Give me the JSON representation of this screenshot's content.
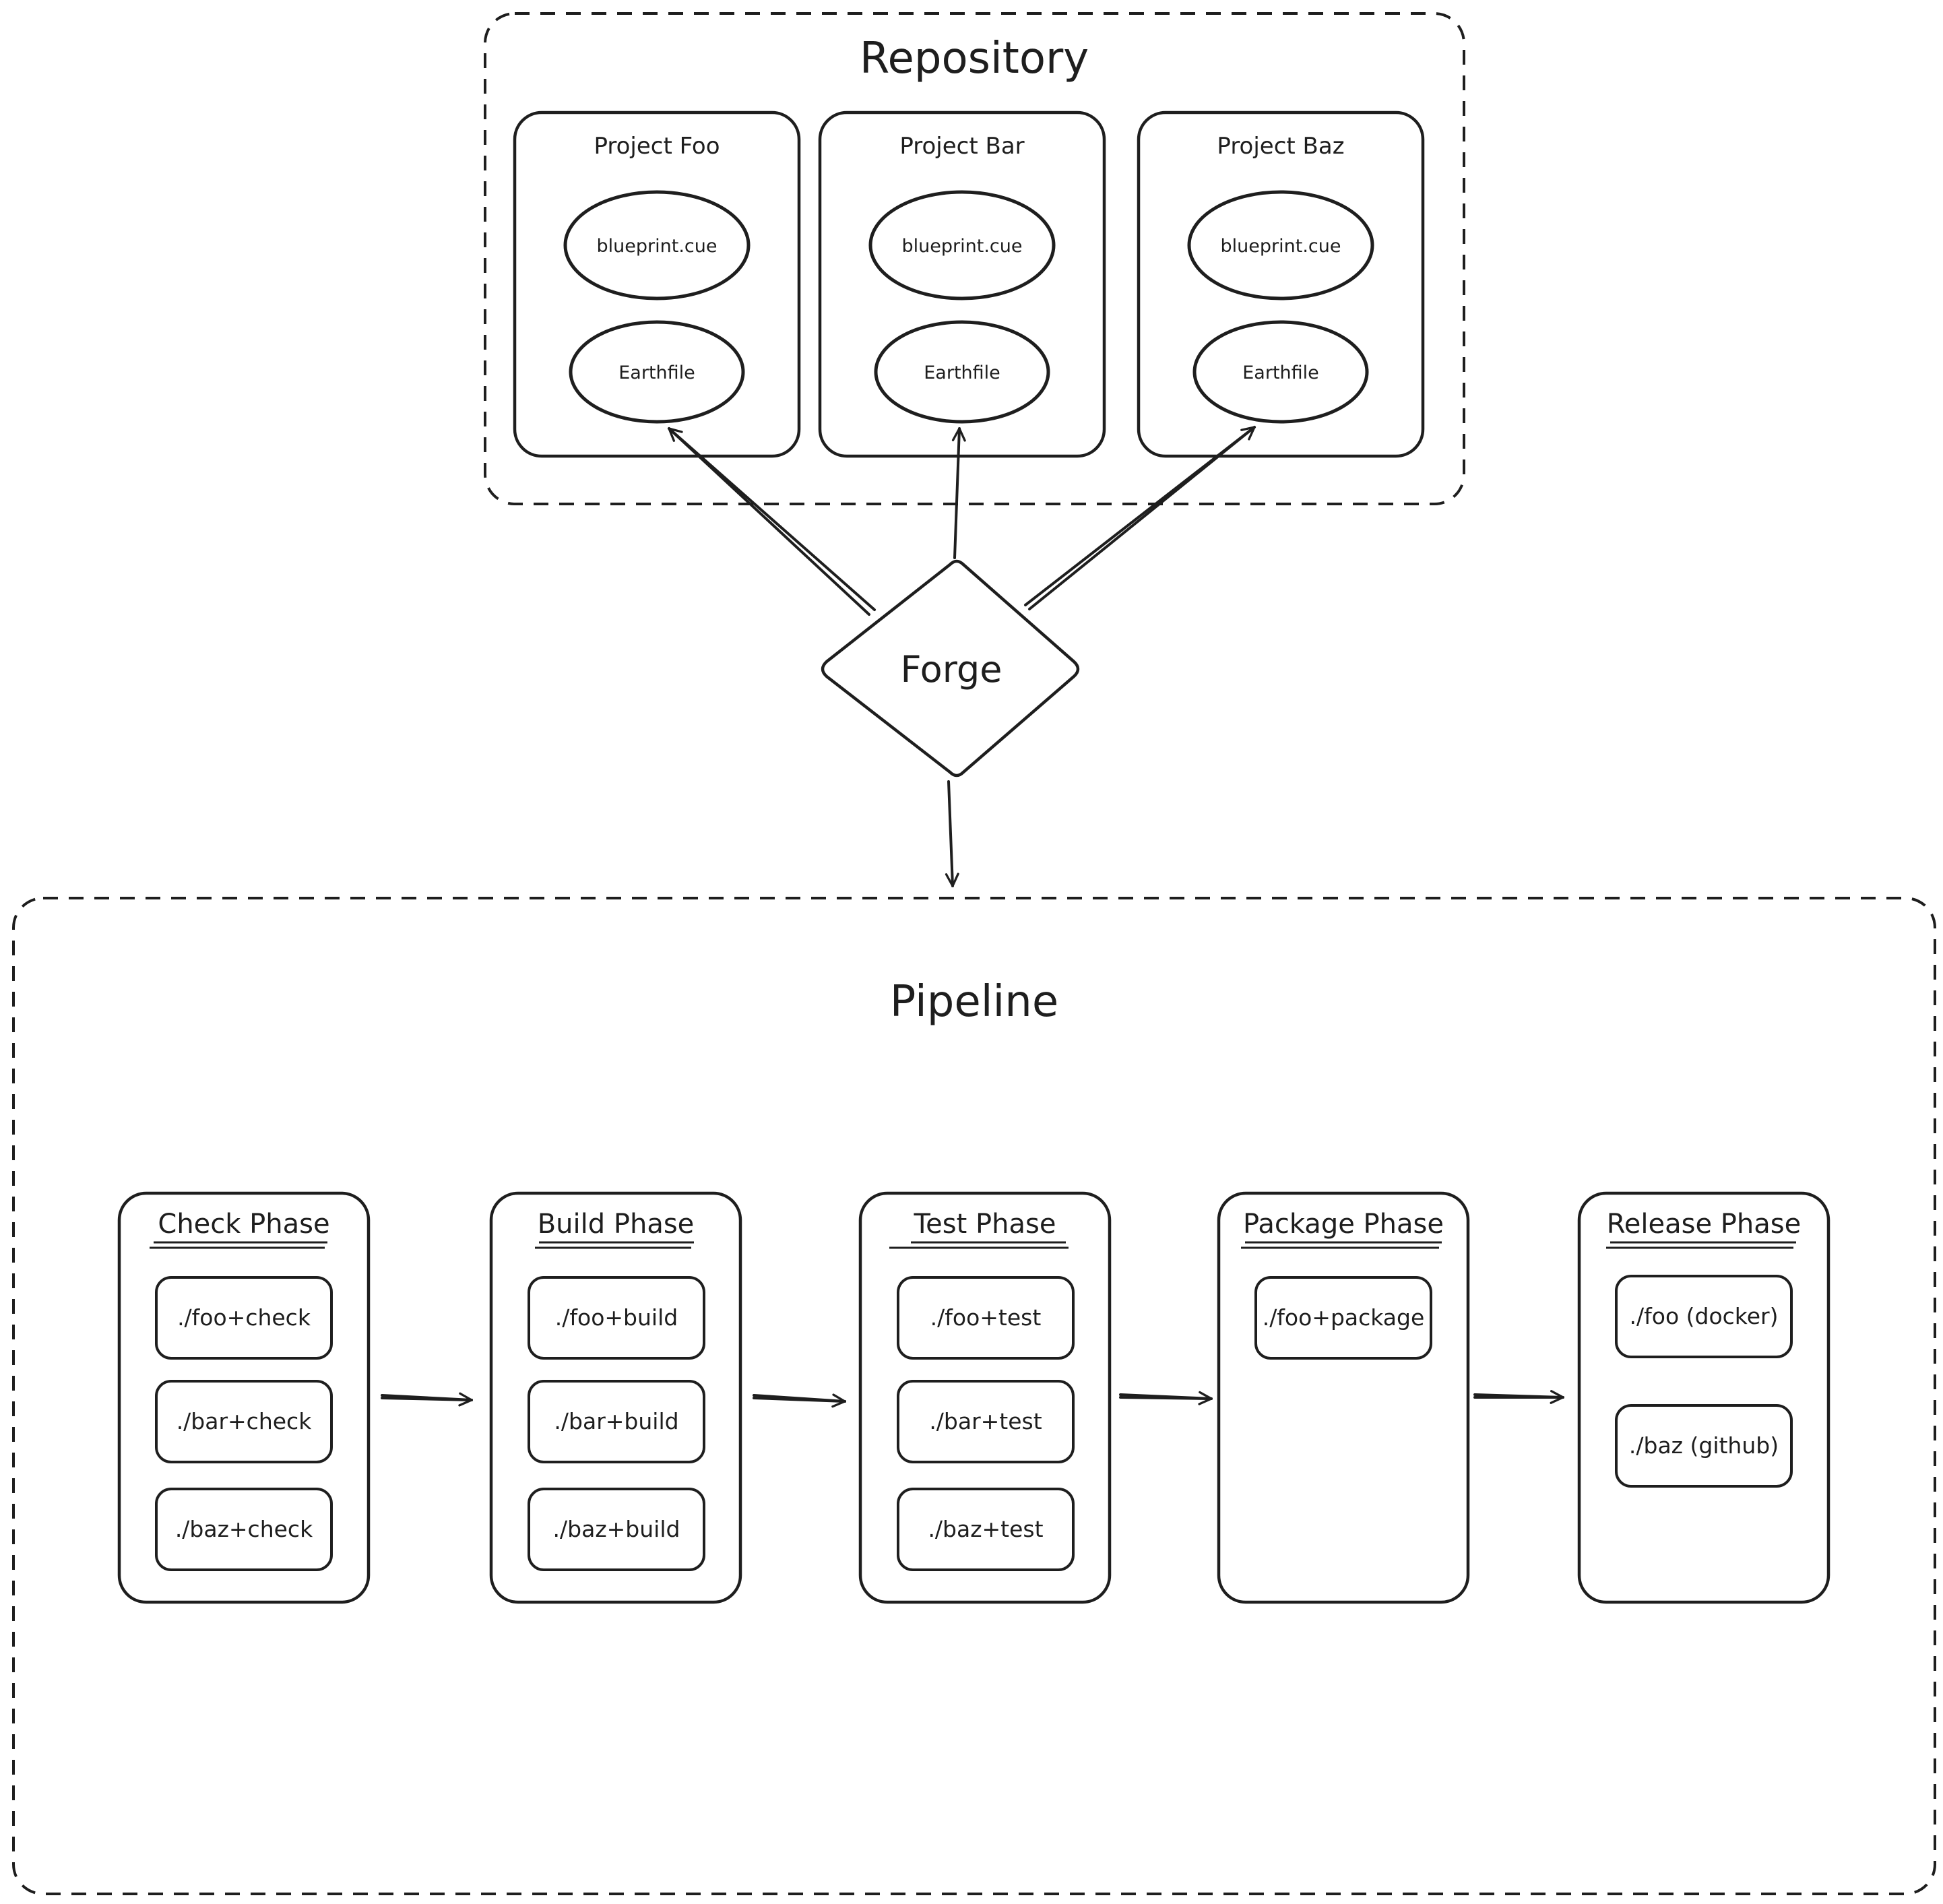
{
  "repository": {
    "title": "Repository",
    "projects": [
      {
        "name": "Project Foo",
        "files": [
          "blueprint.cue",
          "Earthfile"
        ]
      },
      {
        "name": "Project Bar",
        "files": [
          "blueprint.cue",
          "Earthfile"
        ]
      },
      {
        "name": "Project Baz",
        "files": [
          "blueprint.cue",
          "Earthfile"
        ]
      }
    ]
  },
  "forge": {
    "label": "Forge"
  },
  "pipeline": {
    "title": "Pipeline",
    "phases": [
      {
        "name": "Check Phase",
        "tasks": [
          "./foo+check",
          "./bar+check",
          "./baz+check"
        ]
      },
      {
        "name": "Build Phase",
        "tasks": [
          "./foo+build",
          "./bar+build",
          "./baz+build"
        ]
      },
      {
        "name": "Test Phase",
        "tasks": [
          "./foo+test",
          "./bar+test",
          "./baz+test"
        ]
      },
      {
        "name": "Package Phase",
        "tasks": [
          "./foo+package"
        ]
      },
      {
        "name": "Release Phase",
        "tasks": [
          "./foo (docker)",
          "./baz (github)"
        ]
      }
    ]
  },
  "edges": [
    {
      "from": "Forge",
      "to": "Project Foo / Earthfile"
    },
    {
      "from": "Forge",
      "to": "Project Bar / Earthfile"
    },
    {
      "from": "Forge",
      "to": "Project Baz / Earthfile"
    },
    {
      "from": "Forge",
      "to": "Pipeline"
    },
    {
      "from": "Check Phase",
      "to": "Build Phase"
    },
    {
      "from": "Build Phase",
      "to": "Test Phase"
    },
    {
      "from": "Test Phase",
      "to": "Package Phase"
    },
    {
      "from": "Package Phase",
      "to": "Release Phase"
    }
  ]
}
